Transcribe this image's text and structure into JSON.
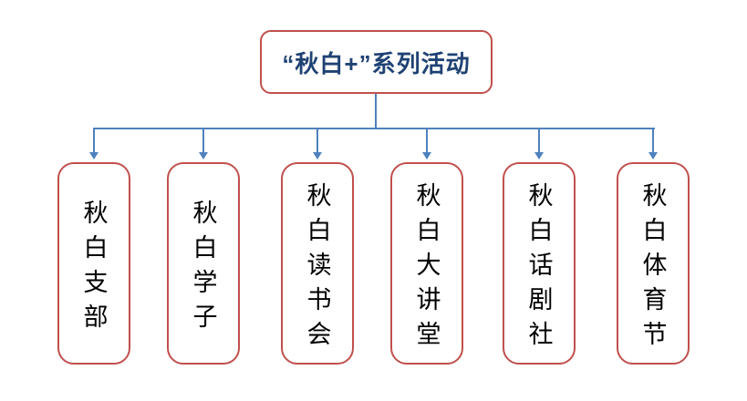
{
  "diagram": {
    "type": "org-chart",
    "root_label": "“秋白+”系列活动",
    "children": [
      {
        "label": "秋白支部"
      },
      {
        "label": "秋白学子"
      },
      {
        "label": "秋白读书会"
      },
      {
        "label": "秋白大讲堂"
      },
      {
        "label": "秋白话剧社"
      },
      {
        "label": "秋白体育节"
      }
    ],
    "colors": {
      "box_border": "#C0504D",
      "connector": "#4F81BD",
      "title_text": "#1F4273",
      "body_text": "#000000",
      "background": "#FFFFFF"
    }
  }
}
